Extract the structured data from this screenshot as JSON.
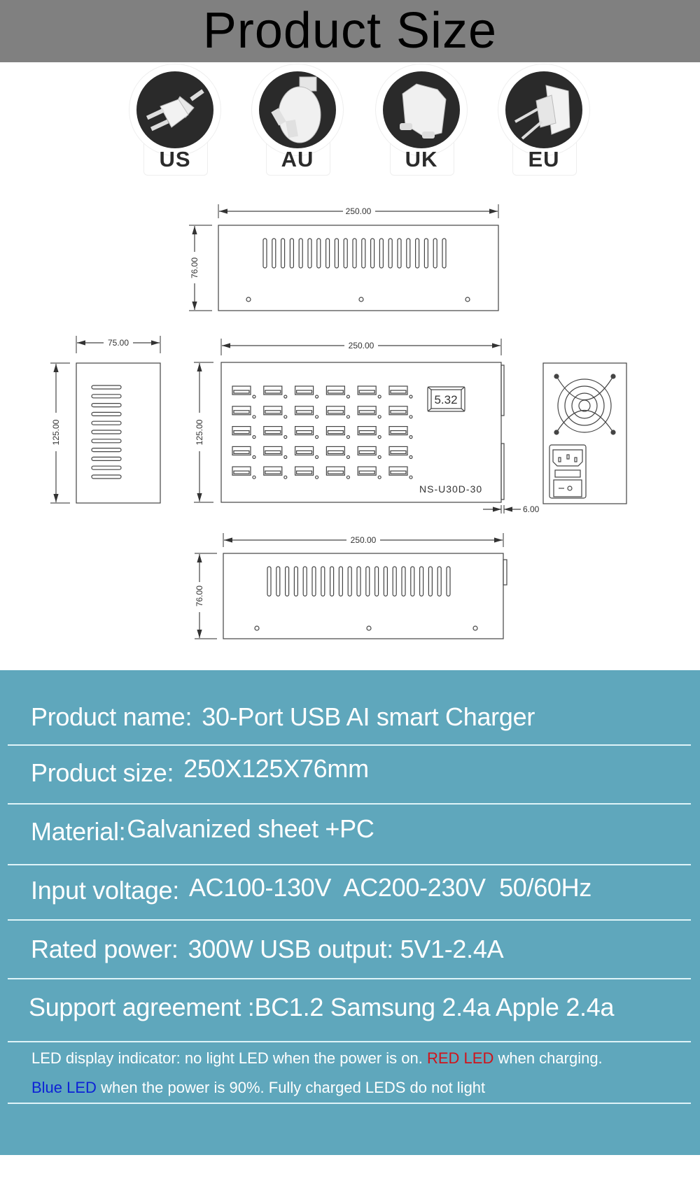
{
  "header": {
    "title": "Product Size"
  },
  "plugs": [
    {
      "label": "US",
      "icon": "us-plug-icon"
    },
    {
      "label": "AU",
      "icon": "au-plug-icon"
    },
    {
      "label": "UK",
      "icon": "uk-plug-icon"
    },
    {
      "label": "EU",
      "icon": "eu-plug-icon"
    }
  ],
  "drawing": {
    "top_view": {
      "width_label": "250.00",
      "height_label": "76.00"
    },
    "side_view": {
      "width_label": "75.00",
      "height_label": "125.00"
    },
    "front_view": {
      "width_label": "250.00",
      "height_label": "125.00",
      "display_reading": "5.32",
      "model": "NS-U30D-30",
      "port_rows": 5,
      "port_cols": 6,
      "depth_label": "6.00"
    },
    "bottom_view": {
      "width_label": "250.00",
      "height_label": "76.00"
    }
  },
  "specs": {
    "product_name": {
      "label": "Product name:",
      "value": "30-Port USB AI smart Charger"
    },
    "product_size": {
      "label": "Product size:",
      "value": "250X125X76mm"
    },
    "material": {
      "label": "Material:",
      "value": "Galvanized sheet +PC"
    },
    "input_voltage": {
      "label": "Input voltage:",
      "value": "AC100-130V  AC200-230V  50/60Hz"
    },
    "rated_power": {
      "label": "Rated power:",
      "value": "300W USB output: 5V1-2.4A"
    },
    "support": {
      "label": "Support agreement :",
      "value": "BC1.2 Samsung 2.4a Apple 2.4a"
    },
    "led_note": {
      "line1_a": "LED display indicator: no light LED when the power is on. ",
      "line1_red": "RED LED",
      "line1_b": " when charging.",
      "line2_blue": "Blue LED",
      "line2_b": " when the power is 90%. Fully charged LEDS do not light"
    }
  },
  "colors": {
    "header_bg": "#808080",
    "spec_bg": "#5fa7bc",
    "red_led": "#d0131b",
    "blue_led": "#0d22d6"
  }
}
